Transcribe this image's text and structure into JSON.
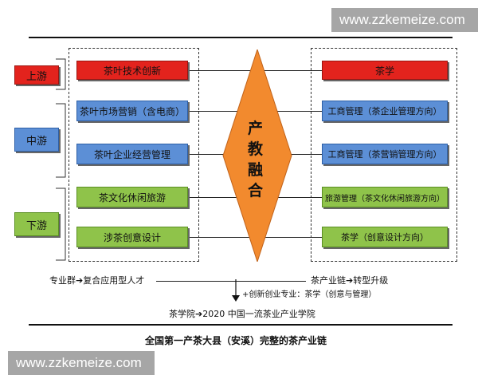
{
  "watermark": "www.zzkemeize.com",
  "stages": {
    "upstream": "上游",
    "midstream": "中游",
    "downstream": "下游"
  },
  "left_boxes": [
    {
      "label": "茶叶技术创新",
      "color": "#e3231d"
    },
    {
      "label": "茶叶市场营销（含电商）",
      "color": "#5c8fd6"
    },
    {
      "label": "茶叶企业经营管理",
      "color": "#5c8fd6"
    },
    {
      "label": "茶文化休闲旅游",
      "color": "#8fc34a"
    },
    {
      "label": "涉茶创意设计",
      "color": "#8fc34a"
    }
  ],
  "right_boxes": [
    {
      "label": "茶学",
      "color": "#e3231d"
    },
    {
      "label": "工商管理（茶企业管理方向）",
      "color": "#5c8fd6"
    },
    {
      "label": "工商管理（茶营销管理方向）",
      "color": "#5c8fd6"
    },
    {
      "label": "旅游管理（茶文化休闲旅游方向）",
      "color": "#8fc34a"
    },
    {
      "label": "茶学（创意设计方向）",
      "color": "#8fc34a"
    }
  ],
  "center": {
    "chars": [
      "产",
      "教",
      "融",
      "合"
    ],
    "color": "#f28a2e"
  },
  "bottom": {
    "left_note": "专业群➔复合应用型人才",
    "right_note": "茶产业链➔转型升级",
    "sub_note": "+创新创业专业：茶学（创意与管理）",
    "result": "茶学院➔2020 中国一流茶业产业学院",
    "caption": "全国第一产茶大县（安溪）完整的茶产业链"
  }
}
